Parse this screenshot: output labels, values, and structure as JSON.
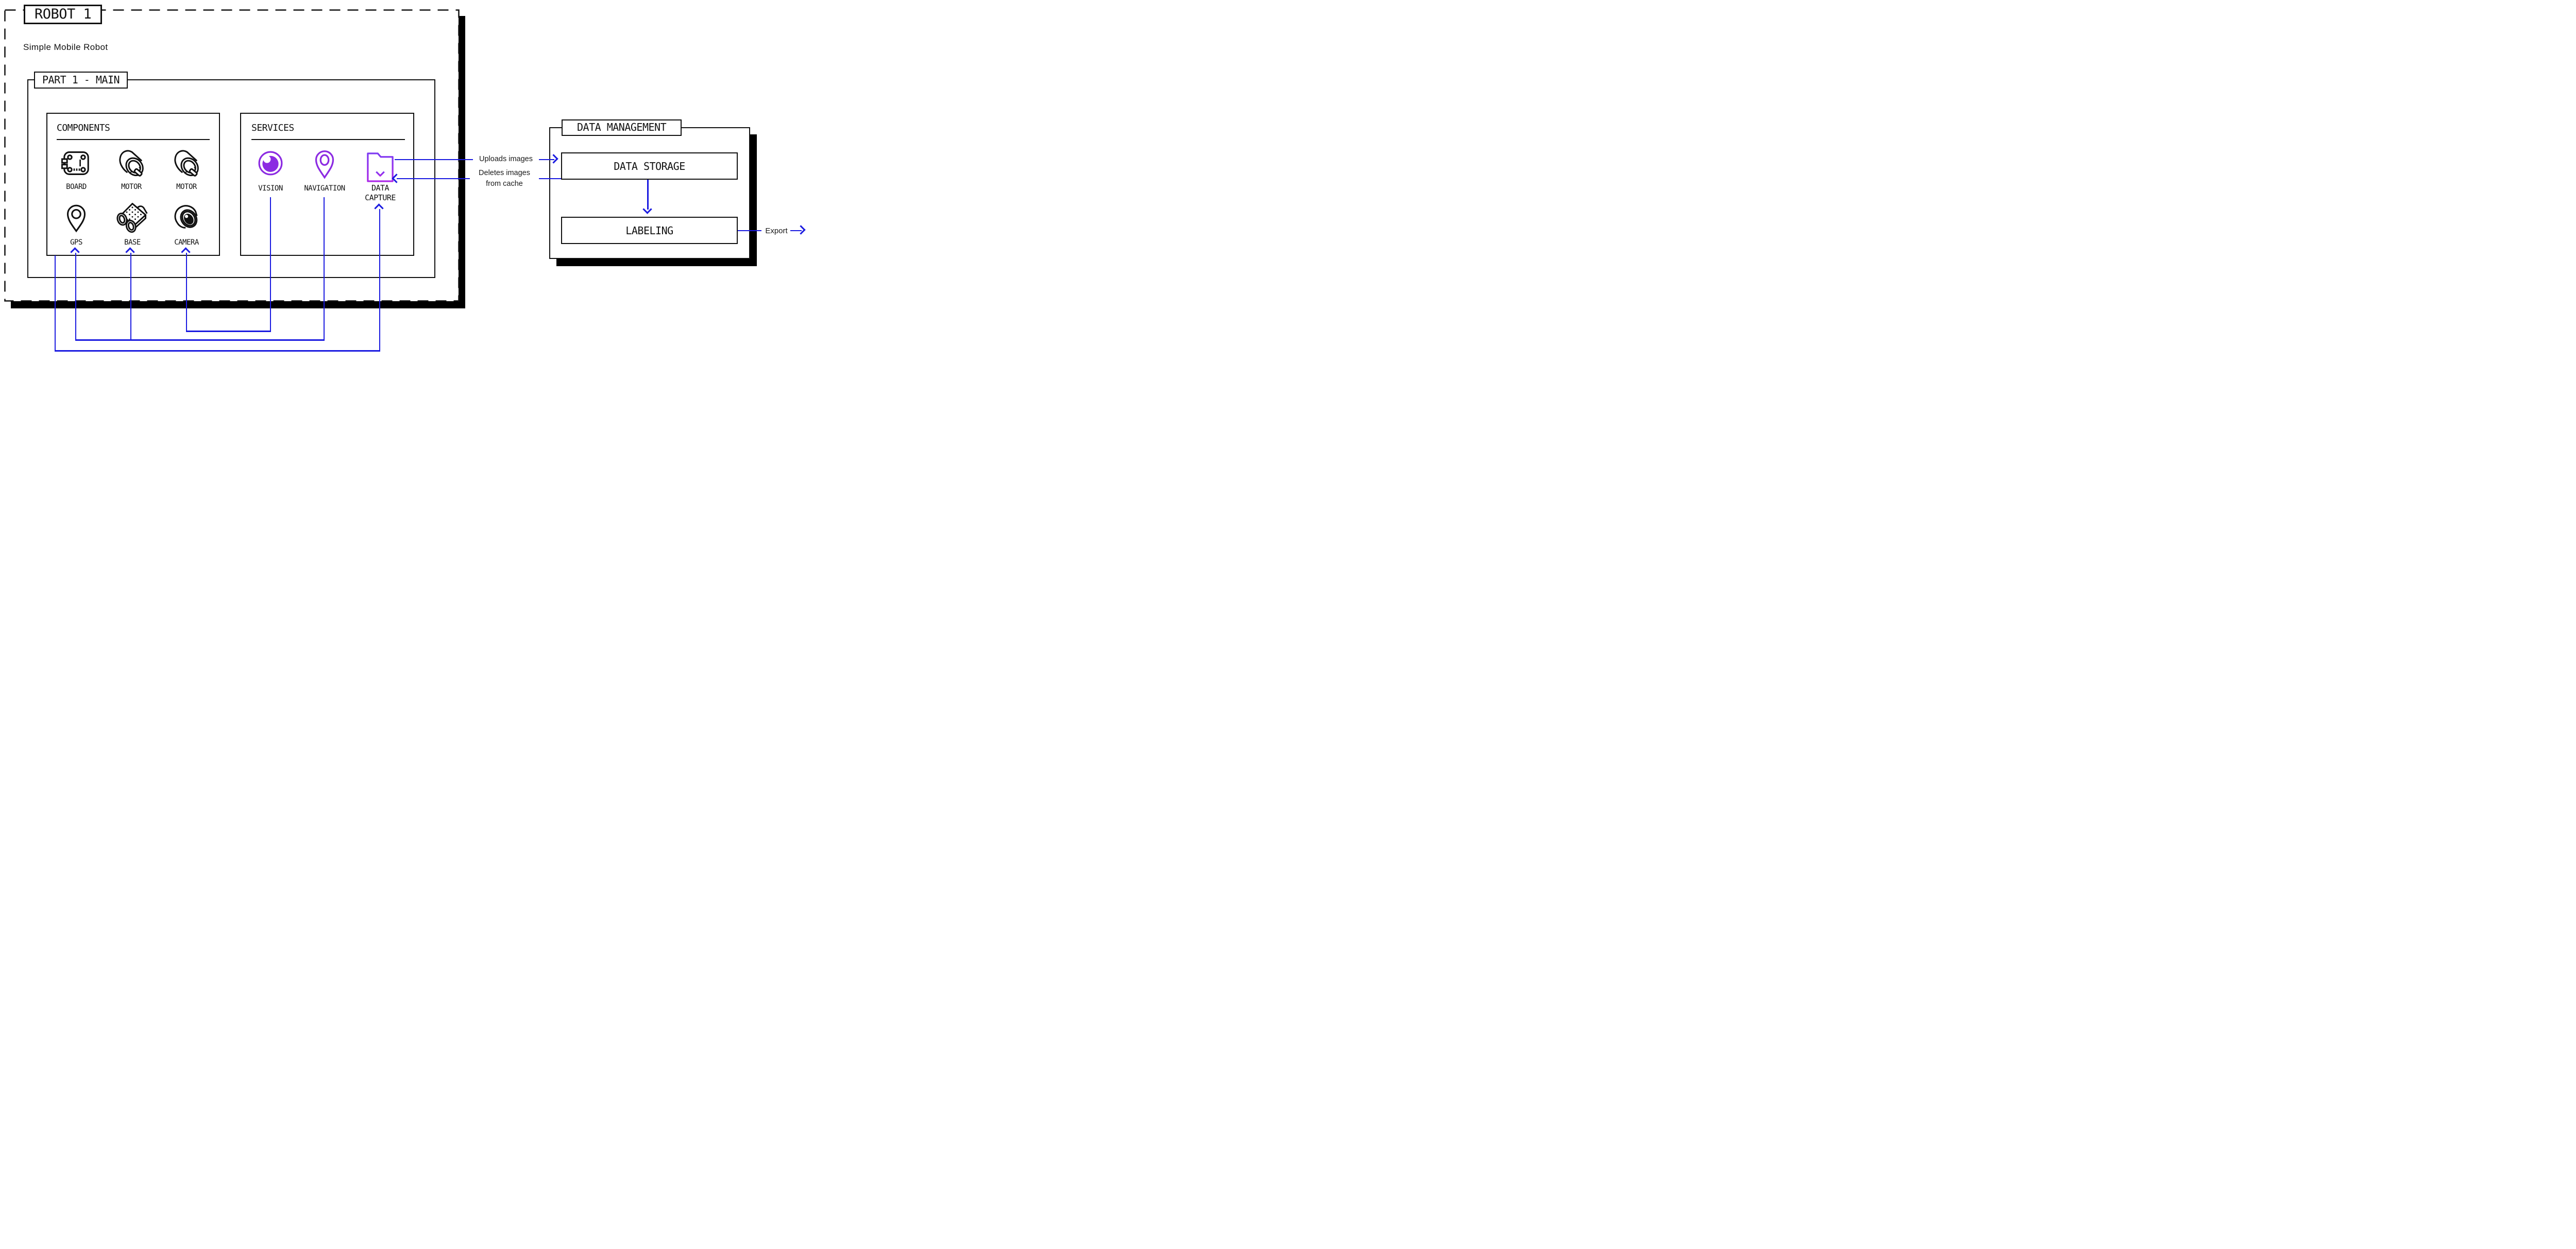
{
  "robot": {
    "title": "ROBOT 1",
    "subtitle": "Simple Mobile Robot",
    "part_title": "PART 1 - MAIN"
  },
  "components": {
    "title": "COMPONENTS",
    "items": [
      {
        "label": "BOARD",
        "icon": "circuit-board-icon"
      },
      {
        "label": "MOTOR",
        "icon": "motor-icon"
      },
      {
        "label": "MOTOR",
        "icon": "motor-icon"
      },
      {
        "label": "GPS",
        "icon": "gps-pin-icon"
      },
      {
        "label": "BASE",
        "icon": "rover-base-icon"
      },
      {
        "label": "CAMERA",
        "icon": "camera-lens-icon"
      }
    ]
  },
  "services": {
    "title": "SERVICES",
    "items": [
      {
        "label": "VISION",
        "icon": "vision-eye-icon"
      },
      {
        "label": "NAVIGATION",
        "icon": "navigation-pin-icon"
      },
      {
        "label": "DATA CAPTURE",
        "label_line1": "DATA",
        "label_line2": "CAPTURE",
        "icon": "folder-download-icon"
      }
    ]
  },
  "data_management": {
    "title": "DATA MANAGEMENT",
    "storage_label": "DATA STORAGE",
    "labeling_label": "LABELING"
  },
  "connections": {
    "uploads_label": "Uploads images",
    "deletes_line1": "Deletes images",
    "deletes_line2": "from cache",
    "export_label": "Export"
  },
  "colors": {
    "line_blue": "#1a1ae0",
    "accent_purple": "#8c2be2",
    "folder_gradient_top": "#7e3bf2",
    "folder_gradient_bottom": "#ab28e8",
    "ink": "#111111"
  }
}
